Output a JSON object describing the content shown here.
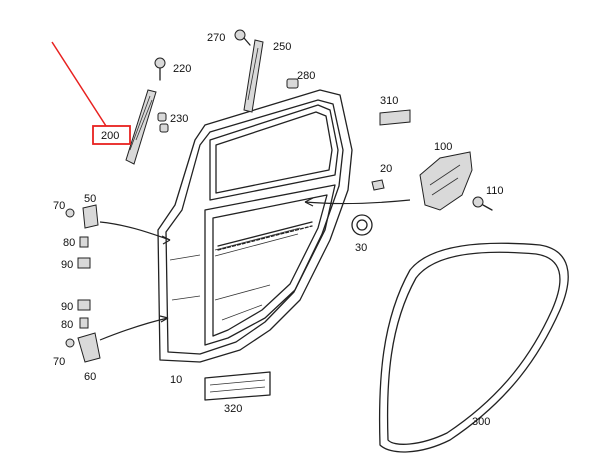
{
  "diagram": {
    "highlight_color": "#e8211f",
    "labels": {
      "p10": "10",
      "p20": "20",
      "p30": "30",
      "p50": "50",
      "p60": "60",
      "p70a": "70",
      "p70b": "70",
      "p80a": "80",
      "p80b": "80",
      "p90a": "90",
      "p90b": "90",
      "p100": "100",
      "p110": "110",
      "p200": "200",
      "p220": "220",
      "p230": "230",
      "p250": "250",
      "p270": "270",
      "p280": "280",
      "p300": "300",
      "p310": "310",
      "p320": "320"
    }
  }
}
